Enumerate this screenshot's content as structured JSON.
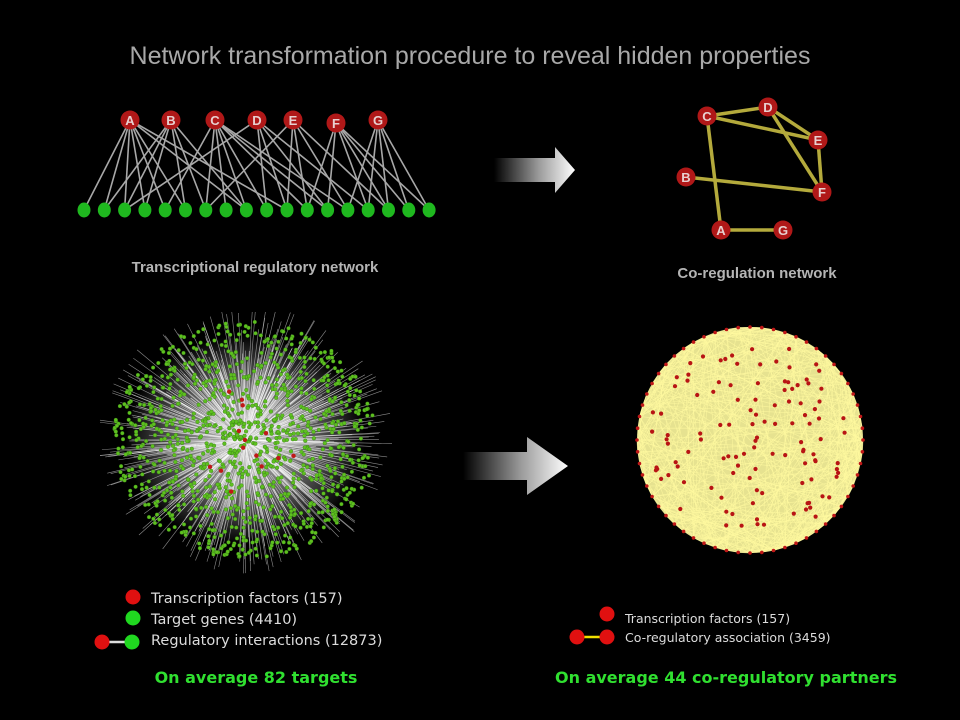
{
  "title": "Network transformation procedure to reveal hidden properties",
  "colors": {
    "background": "#000000",
    "tf_node": "#b01818",
    "target_node": "#1fb81f",
    "edge_regulatory": "#a8a8a8",
    "edge_coreg": "#b4aa3c",
    "big_coreg_edge": "#f4f08a",
    "highlight_text": "#30e030",
    "caption_text": "#b4b4b4"
  },
  "top_left": {
    "caption": "Transcriptional regulatory network",
    "tf_labels": [
      "A",
      "B",
      "C",
      "D",
      "E",
      "F",
      "G"
    ],
    "target_count": 18
  },
  "top_right": {
    "caption": "Co-regulation network",
    "node_labels": [
      "A",
      "B",
      "C",
      "D",
      "E",
      "F",
      "G"
    ],
    "edges": [
      [
        "C",
        "D"
      ],
      [
        "C",
        "E"
      ],
      [
        "C",
        "A"
      ],
      [
        "D",
        "E"
      ],
      [
        "D",
        "F"
      ],
      [
        "E",
        "F"
      ],
      [
        "B",
        "F"
      ],
      [
        "A",
        "G"
      ]
    ]
  },
  "legend_left": {
    "items": [
      "Transcription factors (157)",
      "Target genes (4410)",
      "Regulatory interactions (12873)"
    ],
    "summary": "On average 82 targets"
  },
  "legend_right": {
    "items": [
      "Transcription factors (157)",
      "Co-regulatory association (3459)"
    ],
    "summary": "On average 44 co-regulatory partners"
  },
  "arrow_icons": [
    "arrow-right-icon",
    "arrow-right-icon"
  ]
}
